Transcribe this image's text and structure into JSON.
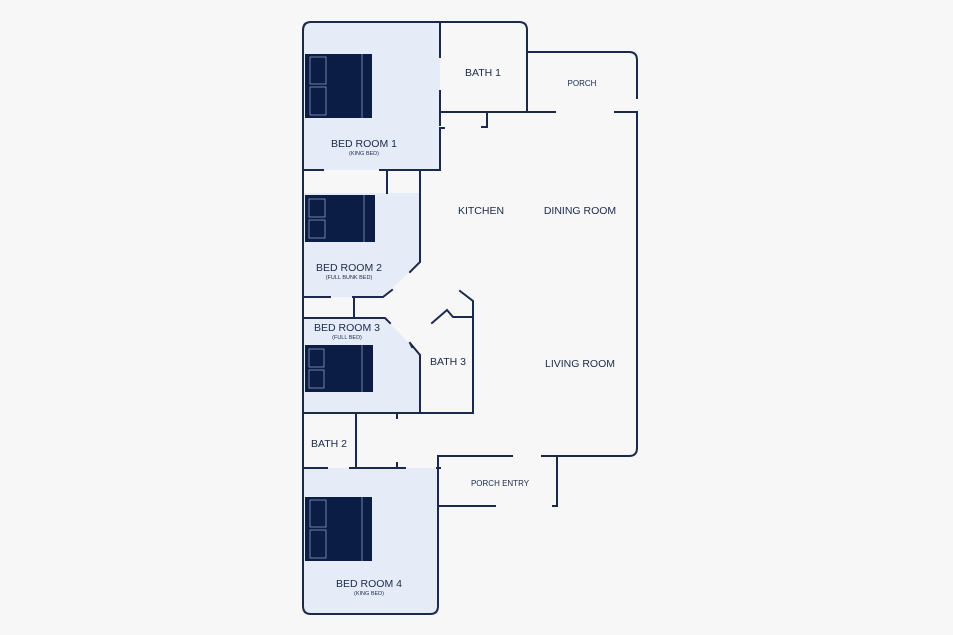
{
  "colors": {
    "background": "#f7f7f7",
    "room_fill": "#e5ecf7",
    "wall": "#1b2a4a",
    "bed": "#0b1d45"
  },
  "rooms": {
    "bedroom1": {
      "label": "BED ROOM 1",
      "sub": "(KING BED)"
    },
    "bedroom2": {
      "label": "BED ROOM 2",
      "sub": "(FULL BUNK BED)"
    },
    "bedroom3": {
      "label": "BED ROOM 3",
      "sub": "(FULL BED)"
    },
    "bedroom4": {
      "label": "BED ROOM 4",
      "sub": "(KING BED)"
    },
    "bath1": {
      "label": "BATH 1"
    },
    "bath2": {
      "label": "BATH 2"
    },
    "bath3": {
      "label": "BATH 3"
    },
    "porch": {
      "label": "PORCH"
    },
    "porch_entry": {
      "label": "PORCH ENTRY"
    },
    "kitchen": {
      "label": "KITCHEN"
    },
    "dining": {
      "label": "DINING ROOM"
    },
    "living": {
      "label": "LIVING ROOM"
    }
  }
}
